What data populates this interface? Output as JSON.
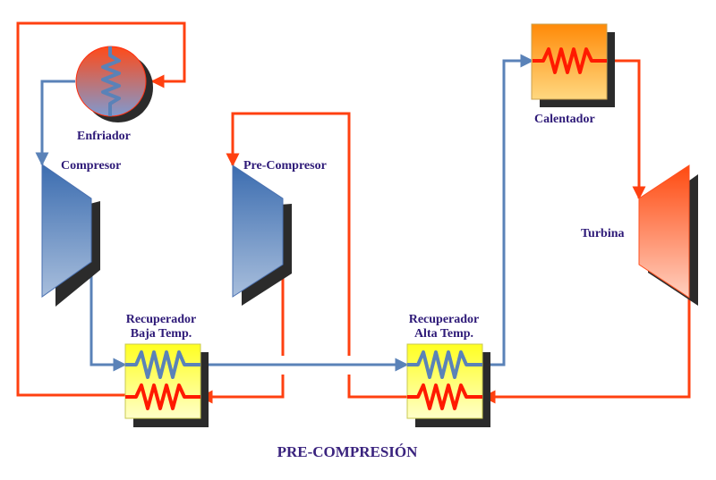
{
  "title": "PRE-COMPRESIÓN",
  "components": {
    "enfriador": {
      "label": "Enfriador",
      "icon": "cooler-icon"
    },
    "compresor": {
      "label": "Compresor",
      "icon": "compressor-icon"
    },
    "precompresor": {
      "label": "Pre-Compresor",
      "icon": "compressor-icon"
    },
    "recuperador_baja": {
      "label_line1": "Recuperador",
      "label_line2": "Baja Temp.",
      "icon": "heat-exchanger-icon"
    },
    "recuperador_alta": {
      "label_line1": "Recuperador",
      "label_line2": "Alta Temp.",
      "icon": "heat-exchanger-icon"
    },
    "calentador": {
      "label": "Calentador",
      "icon": "heater-icon"
    },
    "turbina": {
      "label": "Turbina",
      "icon": "turbine-icon"
    }
  },
  "colors": {
    "hot_flow": "#ff4010",
    "cold_flow": "#5a82b8",
    "label_text": "#2e1a78",
    "recuperator_fill": "#ffff33",
    "heater_fill": "#ff8a10"
  }
}
